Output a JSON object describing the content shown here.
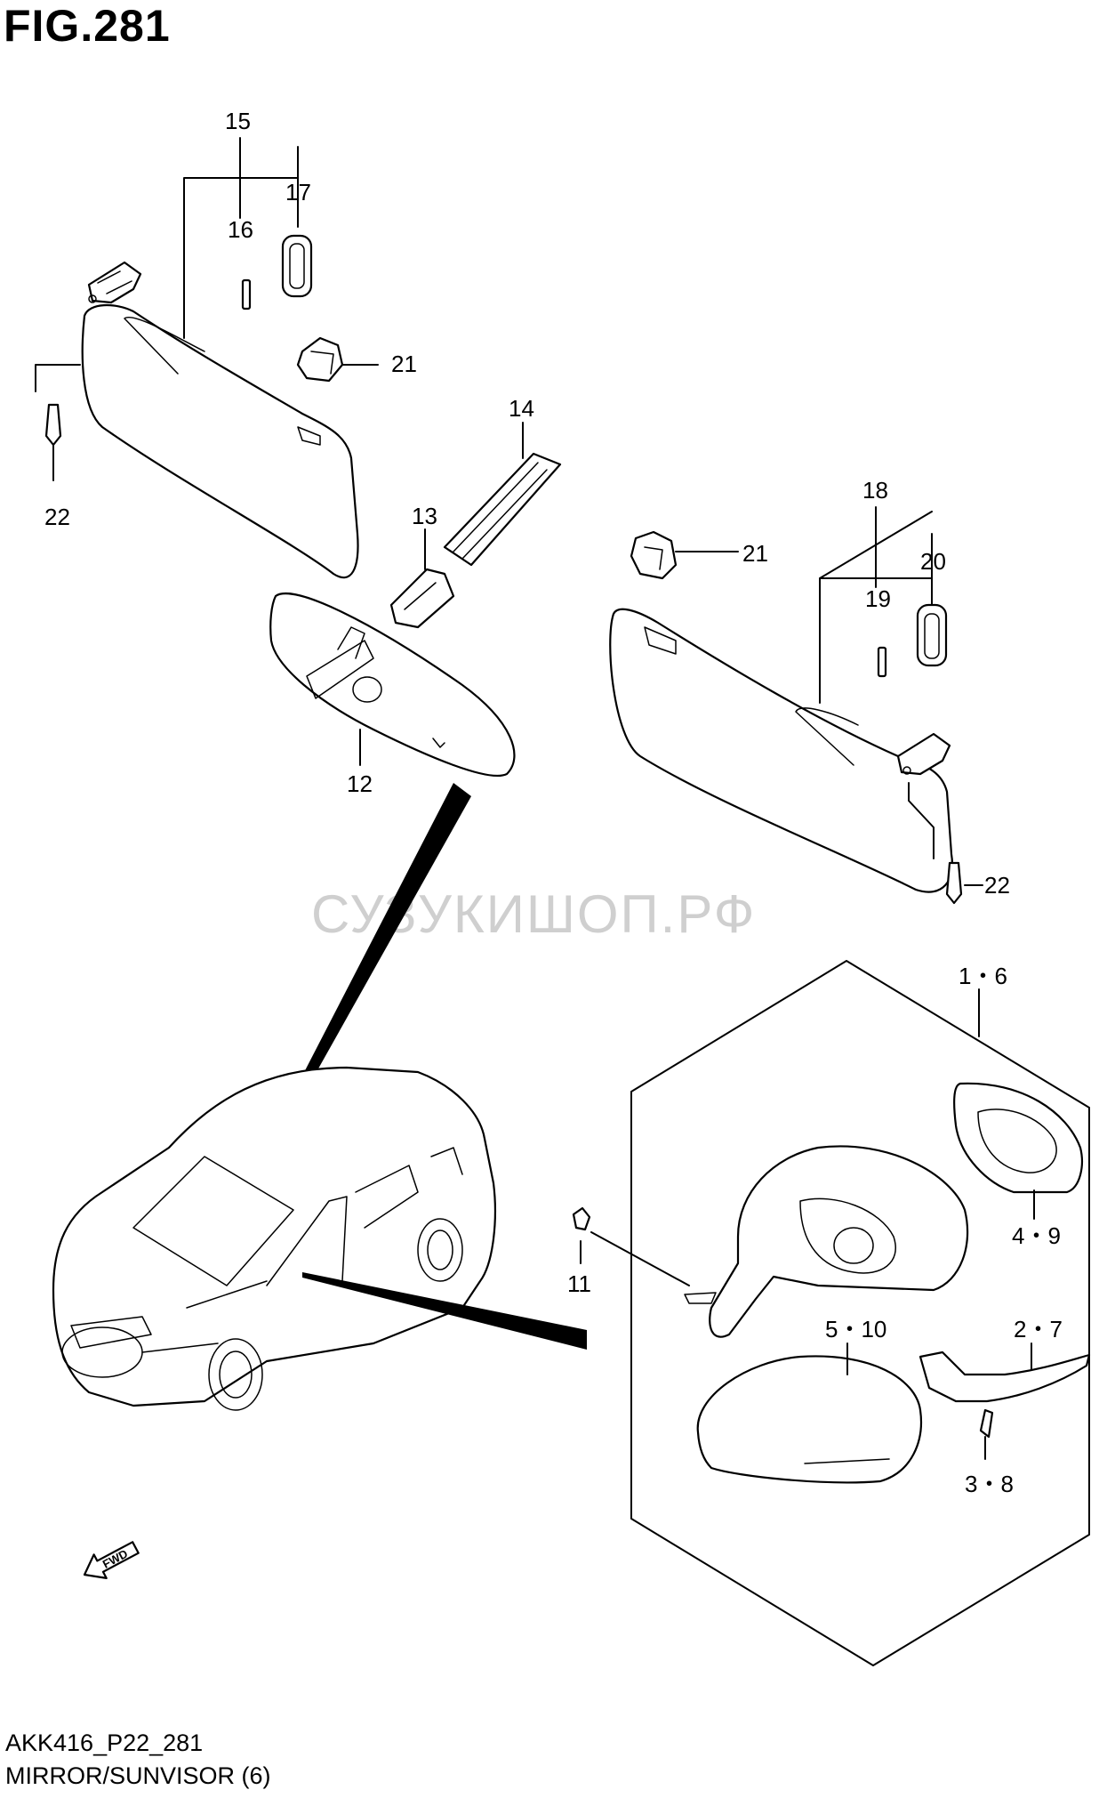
{
  "figure": {
    "title": "FIG.281"
  },
  "watermark": "СУЗУКИШОП.РФ",
  "callouts": [
    {
      "id": "c15",
      "text": "15"
    },
    {
      "id": "c16",
      "text": "16"
    },
    {
      "id": "c17",
      "text": "17"
    },
    {
      "id": "c21a",
      "text": "21"
    },
    {
      "id": "c22a",
      "text": "22"
    },
    {
      "id": "c14",
      "text": "14"
    },
    {
      "id": "c13",
      "text": "13"
    },
    {
      "id": "c12",
      "text": "12"
    },
    {
      "id": "c18",
      "text": "18"
    },
    {
      "id": "c21b",
      "text": "21"
    },
    {
      "id": "c20",
      "text": "20"
    },
    {
      "id": "c19",
      "text": "19"
    },
    {
      "id": "c22b",
      "text": "22"
    },
    {
      "id": "c16r",
      "text": "1・6"
    },
    {
      "id": "c49",
      "text": "4・9"
    },
    {
      "id": "c11",
      "text": "11"
    },
    {
      "id": "c510",
      "text": "5・10"
    },
    {
      "id": "c27",
      "text": "2・7"
    },
    {
      "id": "c38",
      "text": "3・8"
    }
  ],
  "fwd_label": "FWD",
  "footer": {
    "code": "AKK416_P22_281",
    "caption": "MIRROR/SUNVISOR (6)"
  }
}
